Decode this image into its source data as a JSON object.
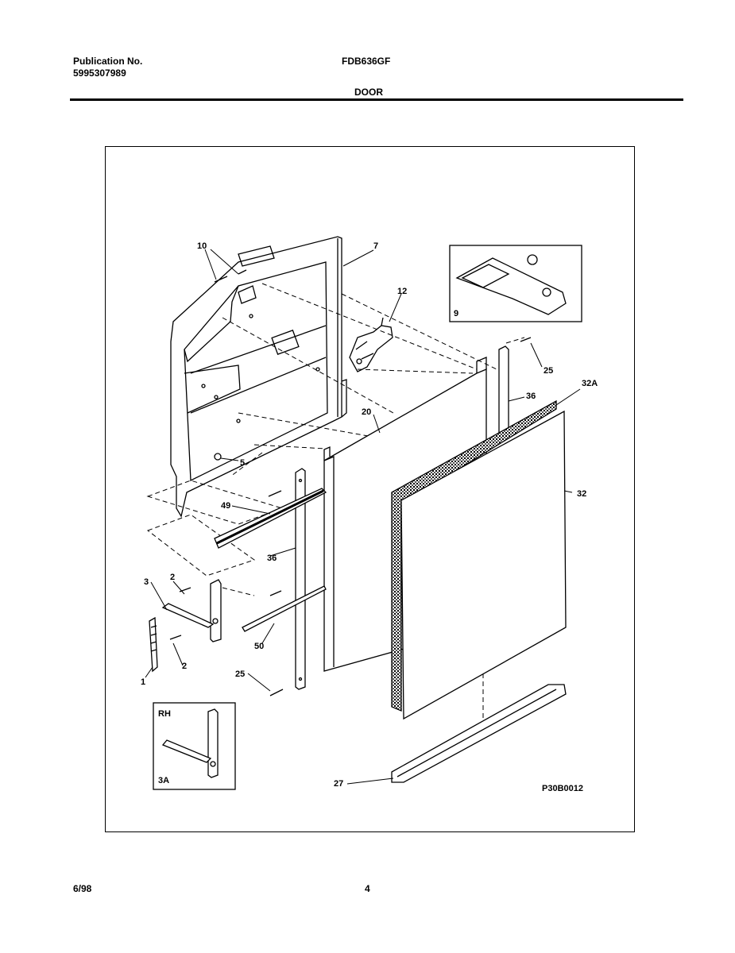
{
  "header": {
    "publication_label": "Publication No.",
    "publication_number": "5995307989",
    "model": "FDB636GF",
    "section": "DOOR"
  },
  "diagram": {
    "labels": {
      "p10": "10",
      "p7": "7",
      "p12": "12",
      "p9": "9",
      "p25_top": "25",
      "p36_top": "36",
      "p32A": "32A",
      "p20": "20",
      "p5": "5",
      "p32": "32",
      "p49": "49",
      "p36_left": "36",
      "p3": "3",
      "p2_top": "2",
      "p2_bottom": "2",
      "p1": "1",
      "p50": "50",
      "p25_bottom": "25",
      "p27": "27",
      "p3A": "3A"
    },
    "inset_side": "RH",
    "drawing_code": "P30B0012"
  },
  "footer": {
    "date": "6/98",
    "page": "4"
  }
}
